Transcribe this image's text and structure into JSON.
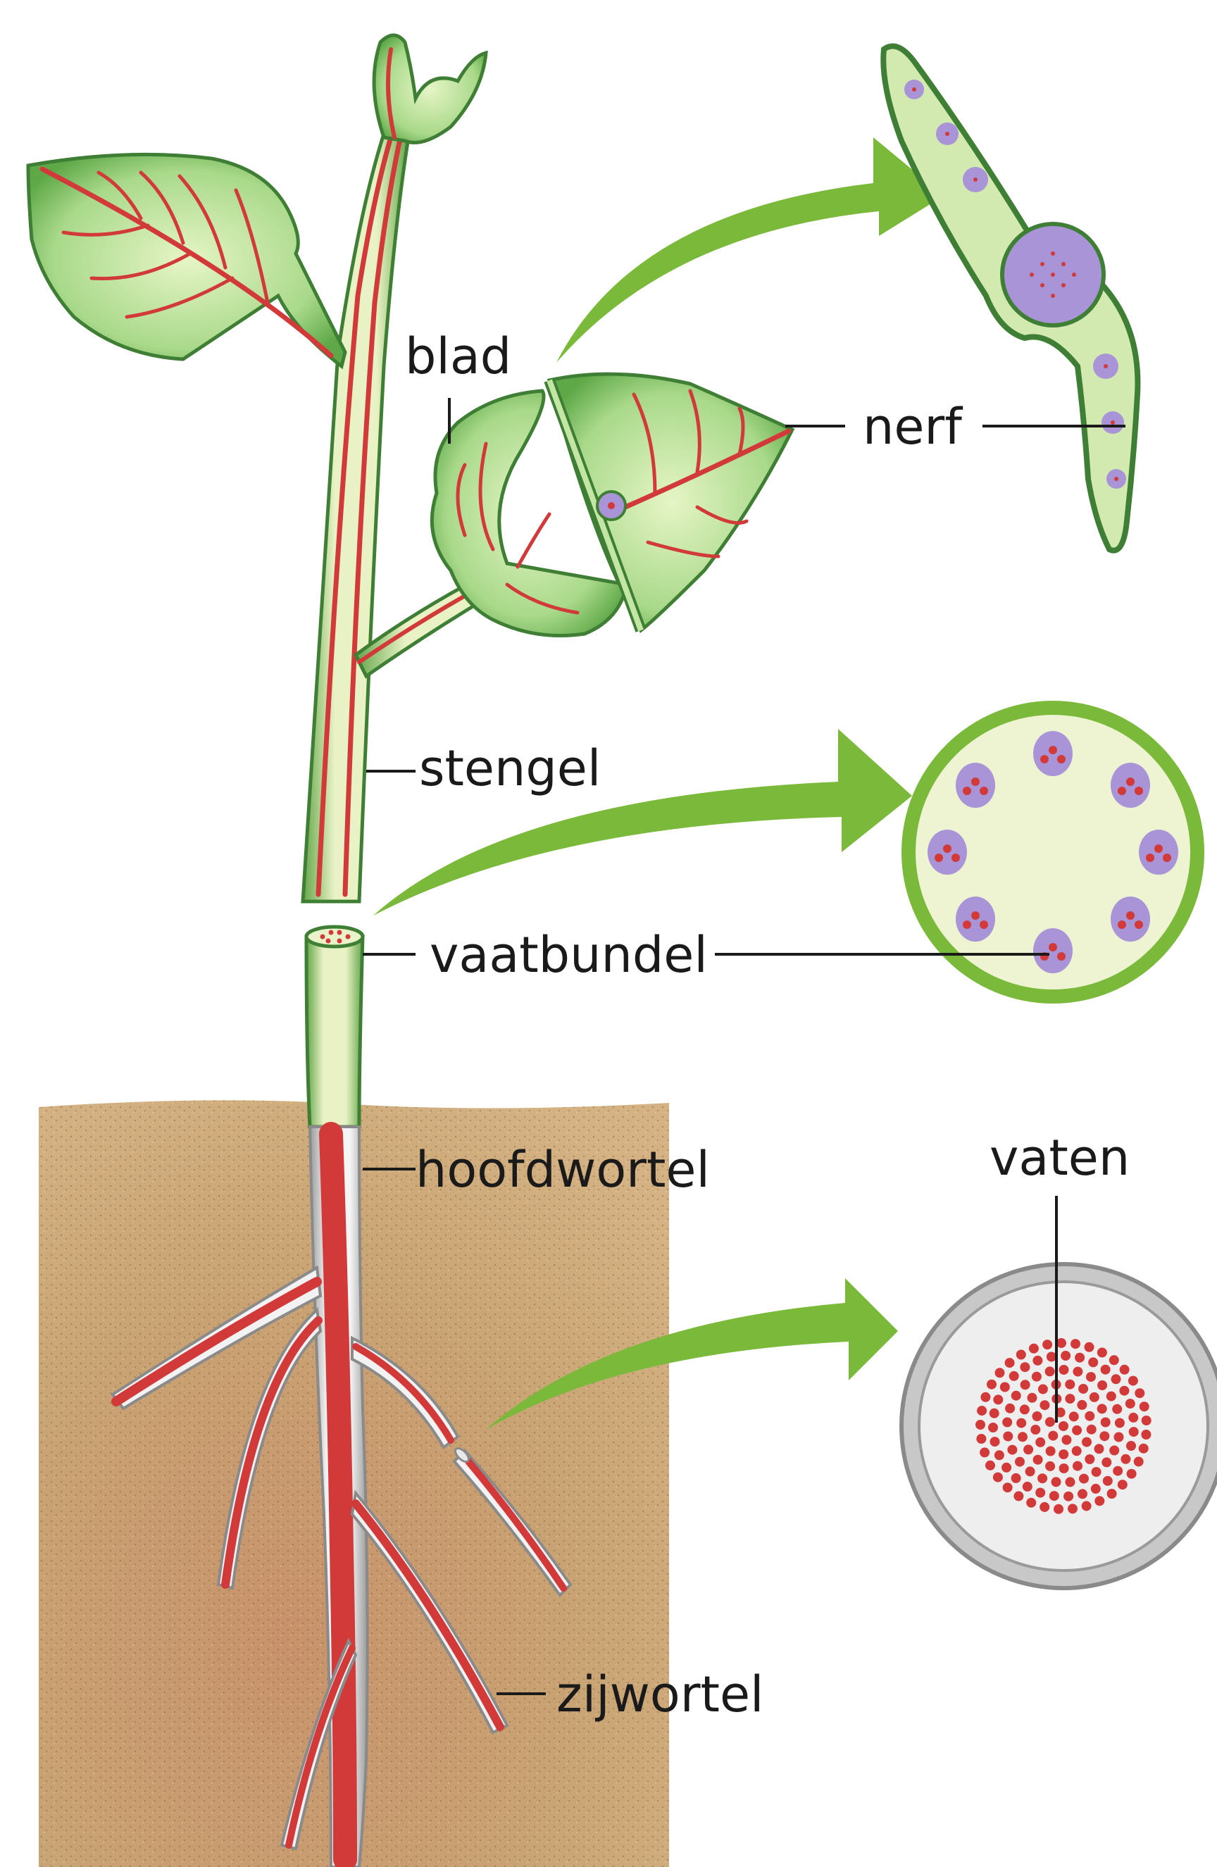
{
  "diagram": {
    "labels": {
      "blad": "blad",
      "nerf": "nerf",
      "stengel": "stengel",
      "vaatbundel": "vaatbundel",
      "vaten": "vaten",
      "hoofdwortel": "hoofdwortel",
      "zijwortel": "zijwortel"
    },
    "colors": {
      "leaf_green": "#a8d98a",
      "leaf_edge": "#3f7f35",
      "vessel_red": "#d23a3a",
      "arrow_green": "#7ab93a",
      "soil": "#c7a071",
      "stem_core": "#e9f2c8",
      "bundle_purple": "#a894d6",
      "root_section": "#e6e6e6"
    }
  }
}
